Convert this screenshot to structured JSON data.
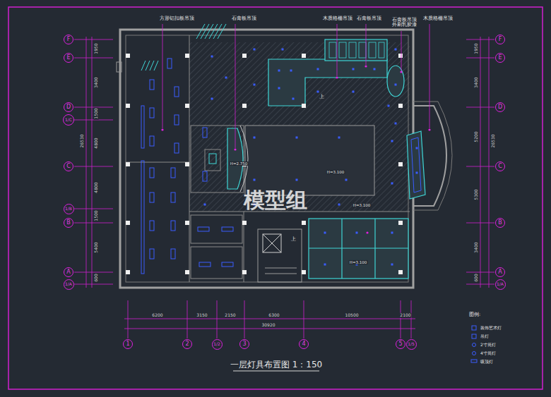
{
  "diagram": {
    "title": "一层灯具布置图 1：150",
    "nodes": [
      {
        "text": [
          "F"
        ]
      },
      {
        "text": [
          "E"
        ]
      },
      {
        "text": [
          "D"
        ]
      },
      {
        "text": [
          "1/C"
        ]
      },
      {
        "text": [
          "C"
        ]
      },
      {
        "text": [
          "1/B"
        ]
      },
      {
        "text": [
          "B"
        ]
      },
      {
        "text": [
          "A"
        ]
      },
      {
        "text": [
          "1/A"
        ]
      },
      {
        "text": [
          "F"
        ]
      },
      {
        "text": [
          "E"
        ]
      },
      {
        "text": [
          "D"
        ]
      },
      {
        "text": [
          "C"
        ]
      },
      {
        "text": [
          "B"
        ]
      },
      {
        "text": [
          "A"
        ]
      },
      {
        "text": [
          "1/A"
        ]
      },
      {
        "text": [
          "1"
        ]
      },
      {
        "text": [
          "2"
        ]
      },
      {
        "text": [
          "1/2"
        ]
      },
      {
        "text": [
          "3"
        ]
      },
      {
        "text": [
          "4"
        ]
      },
      {
        "text": [
          "5"
        ]
      },
      {
        "text": [
          "1/5"
        ]
      }
    ],
    "labels": [
      "方形铝扣板吊顶",
      "石膏板吊顶",
      "木质格栅吊顶",
      "石膏板吊顶",
      "石膏板吊顶 外刷乳胶漆",
      "木质格栅吊顶",
      "1950",
      "3400",
      "1500",
      "4800",
      "4800",
      "1500",
      "5400",
      "600",
      "26530",
      "1950",
      "3400",
      "5200",
      "5300",
      "3400",
      "600",
      "26530",
      "6200",
      "3150",
      "2150",
      "6300",
      "10500",
      "2100",
      "30920",
      "H=2.750",
      "H=3.100",
      "H=3.100",
      "H=3.100",
      "上",
      "上",
      "模型组",
      "图例:"
    ],
    "legend": [
      {
        "text": "装饰艺术灯"
      },
      {
        "text": "吊灯"
      },
      {
        "text": "2寸筒灯"
      },
      {
        "text": "4寸筒灯"
      },
      {
        "text": "吸顶灯"
      }
    ]
  }
}
